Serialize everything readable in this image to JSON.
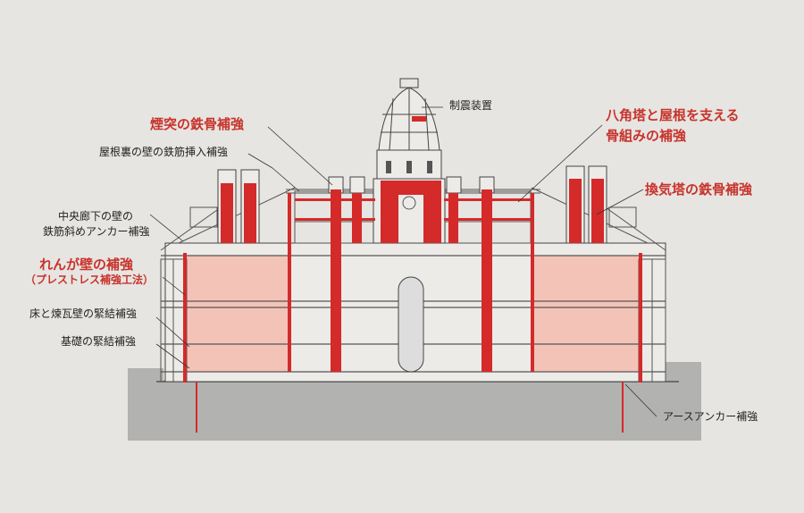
{
  "labels": {
    "seismic_device": "制震装置",
    "chimney_steel": "煙突の鉄骨補強",
    "attic_wall_rebar": "屋根裏の壁の鉄筋挿入補強",
    "corridor_wall_line1": "中央廊下の壁の",
    "corridor_wall_line2": "鉄筋斜めアンカー補強",
    "brick_wall": "れんが壁の補強",
    "prestress_method": "（プレストレス補強工法）",
    "floor_brick_tie": "床と煉瓦壁の緊結補強",
    "foundation_tie": "基礎の緊結補強",
    "octagon_tower_line1": "八角塔と屋根を支える",
    "octagon_tower_line2": "骨組みの補強",
    "vent_tower_steel": "換気塔の鉄骨補強",
    "earth_anchor": "アースアンカー補強"
  },
  "colors": {
    "reinforcement_red": "#d42a2a",
    "wall_pink": "#f4c3b8",
    "label_red": "#c8332c",
    "ground_gray": "#b2b2b0",
    "background": "#e6e5e1"
  }
}
